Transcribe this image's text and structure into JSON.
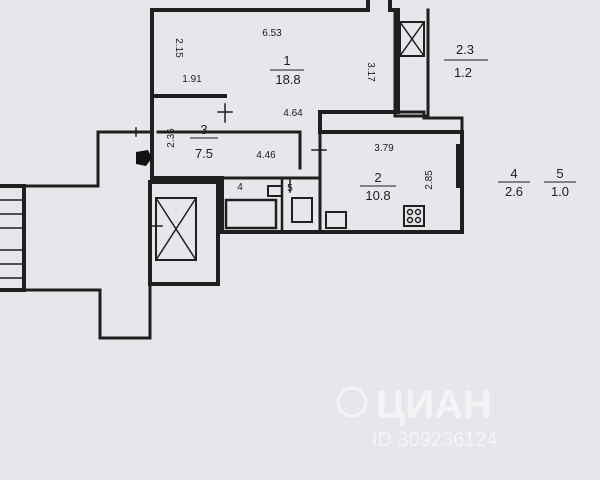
{
  "colors": {
    "paper": "#e6e7ea",
    "wall": "#1f1f1f",
    "watermark": "#ffffff"
  },
  "rooms": [
    {
      "id": "room-1",
      "number": "1",
      "area": "18.8"
    },
    {
      "id": "room-2",
      "number": "2",
      "area": "10.8"
    },
    {
      "id": "room-3",
      "number": "3",
      "area": "7.5"
    },
    {
      "id": "room-4",
      "number": "4",
      "area": "2.6"
    },
    {
      "id": "room-5",
      "number": "5",
      "area": "1.0"
    },
    {
      "id": "balcony",
      "number": "2.3",
      "area": "1.2"
    }
  ],
  "dimensions": {
    "d653": "6.53",
    "d215": "2.15",
    "d191": "1.91",
    "d317": "3.17",
    "d464": "4.64",
    "d236": "2.36",
    "d446": "4.46",
    "d379": "3.79",
    "d285": "2.85",
    "d4": "4",
    "d5": "5"
  },
  "watermark": {
    "brand": "ЦИАН",
    "id": "ID 309236124"
  }
}
